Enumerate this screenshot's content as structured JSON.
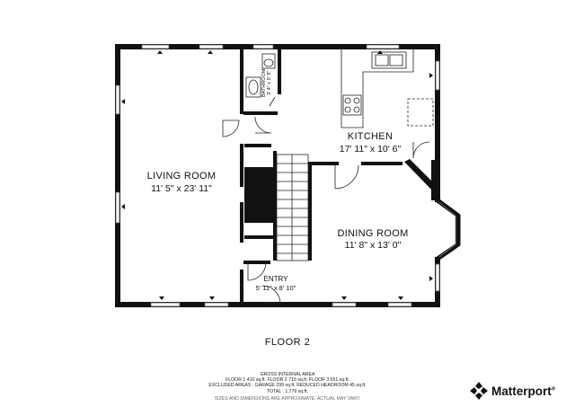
{
  "rooms": {
    "living": {
      "name": "LIVING ROOM",
      "dims": "11' 5\" x 23' 11\""
    },
    "kitchen": {
      "name": "KITCHEN",
      "dims": "17' 11\" x 10' 6\""
    },
    "dining": {
      "name": "DINING ROOM",
      "dims": "11' 8\" x 13' 0\""
    },
    "entry": {
      "name": "ENTRY",
      "dims": "5' 11\" x 8' 10\""
    },
    "bathroom": {
      "name": "BATHROOM",
      "dims": "3' 4\" x 5' 9\""
    }
  },
  "floor_label": "FLOOR 2",
  "area_summary": {
    "heading": "GROSS INTERNAL AREA",
    "floors": "FLOOR 1 410 sq.ft.   FLOOR 2 715 sq.ft.   FLOOR 3 651 sq.ft.",
    "excluded": "EXCLUDED AREAS :   GARAGE 299 sq.ft.   REDUCED HEADROOM 45 sq.ft.",
    "total": "TOTAL :   1,776 sq.ft.",
    "disclaimer": "SIZES AND DIMENSIONS ARE APPROXIMATE, ACTUAL MAY VARY."
  },
  "brand": {
    "name": "Matterport",
    "mark": "®"
  },
  "colors": {
    "wall": "#111111",
    "line": "#222222",
    "window": "#ffffff"
  }
}
